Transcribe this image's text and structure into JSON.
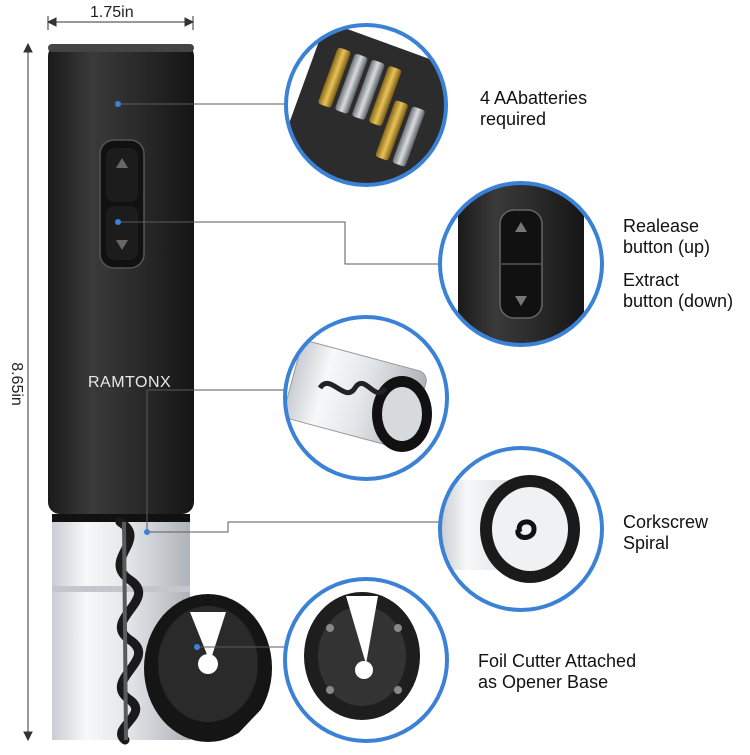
{
  "dimensions": {
    "width": "1.75in",
    "height": "8.65in"
  },
  "brand": "RAMTONX",
  "callouts": {
    "batteries": {
      "line1": "4 AAbatteries",
      "line2": "required"
    },
    "release": {
      "line1": "Realease",
      "line2": "button (up)"
    },
    "extract": {
      "line1": "Extract",
      "line2": "button (down)"
    },
    "corkscrew": {
      "line1": "Corkscrew",
      "line2": "Spiral"
    },
    "foil": {
      "line1": "Foil Cutter Attached",
      "line2": "as Opener Base"
    }
  },
  "colors": {
    "accent": "#3b82d6",
    "body": "#2a2a2a",
    "leader": "#5a5a5a"
  }
}
